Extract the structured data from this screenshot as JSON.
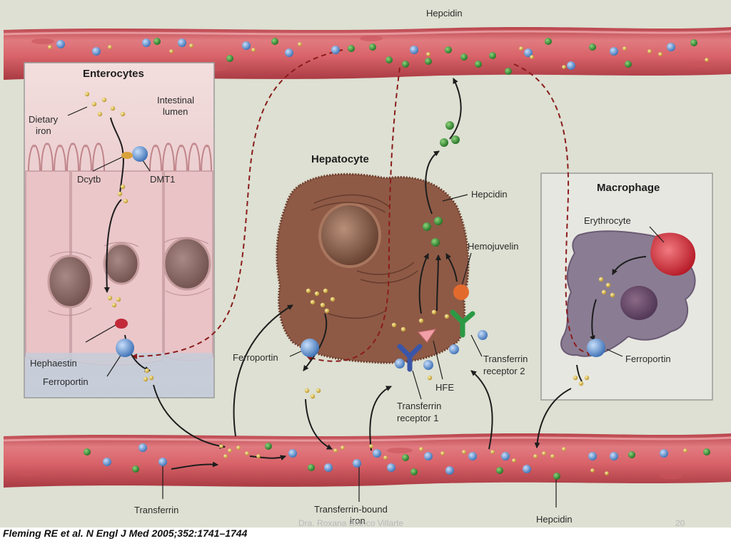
{
  "labels": {
    "hepcidin_top": "Hepcidin",
    "enterocytes": "Enterocytes",
    "intestinal_lumen_1": "Intestinal",
    "intestinal_lumen_2": "lumen",
    "dietary_iron_1": "Dietary",
    "dietary_iron_2": "iron",
    "dcytb": "Dcytb",
    "dmt1": "DMT1",
    "hephaestin": "Hephaestin",
    "ferroportin_enterocyte": "Ferroportin",
    "hepatocyte": "Hepatocyte",
    "hepcidin_mid": "Hepcidin",
    "hemojuvelin": "Hemojuvelin",
    "ferroportin_hepatocyte": "Ferroportin",
    "hfe": "HFE",
    "transferrin_receptor1_1": "Transferrin",
    "transferrin_receptor1_2": "receptor 1",
    "transferrin_receptor2_1": "Transferrin",
    "transferrin_receptor2_2": "receptor 2",
    "macrophage": "Macrophage",
    "erythrocyte": "Erythrocyte",
    "ferroportin_macrophage": "Ferroportin",
    "transferrin_bottom": "Transferrin",
    "transferrin_bound_1": "Transferrin-bound",
    "transferrin_bound_2": "iron",
    "hepcidin_bottom": "Hepcidin"
  },
  "footer": {
    "citation": "Fleming RE et al. N Engl J Med 2005;352:1741–1744",
    "author": "Dra. Roxana Blanco Villarte",
    "page": "20"
  },
  "colors": {
    "vessel": "#d9646a",
    "vessel_dark": "#b8434b",
    "background": "#dde0d2",
    "iron": "#d8b64a",
    "hepcidin": "#3d9b3a",
    "transferrin": "#6b9bd6",
    "hepatocyte": "#8e5a46",
    "macrophage": "#8a7d93",
    "erythrocyte": "#d8303b"
  }
}
